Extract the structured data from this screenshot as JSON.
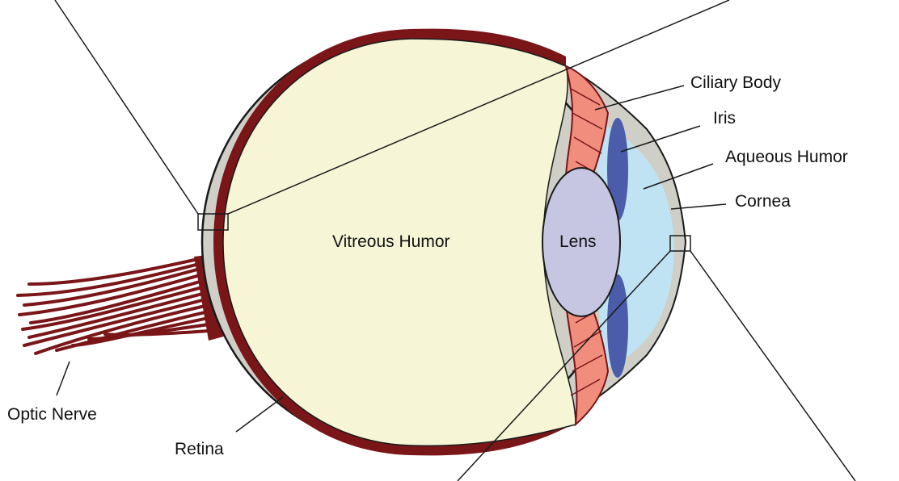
{
  "labels": {
    "ciliary_body": "Ciliary Body",
    "iris": "Iris",
    "aqueous_humor": "Aqueous Humor",
    "cornea": "Cornea",
    "vitreous_humor": "Vitreous Humor",
    "lens": "Lens",
    "optic_nerve": "Optic Nerve",
    "retina": "Retina"
  },
  "colors": {
    "sclera": "#cfcfc8",
    "choroid": "#7a1518",
    "vitreous": "#f6f6d6",
    "aqueous": "#bfe3f3",
    "lens": "#c6c6e2",
    "iris": "#4a5caa",
    "muscle": "#f08d7c",
    "nerve": "#7a1518",
    "outline": "#1a1a1a"
  }
}
